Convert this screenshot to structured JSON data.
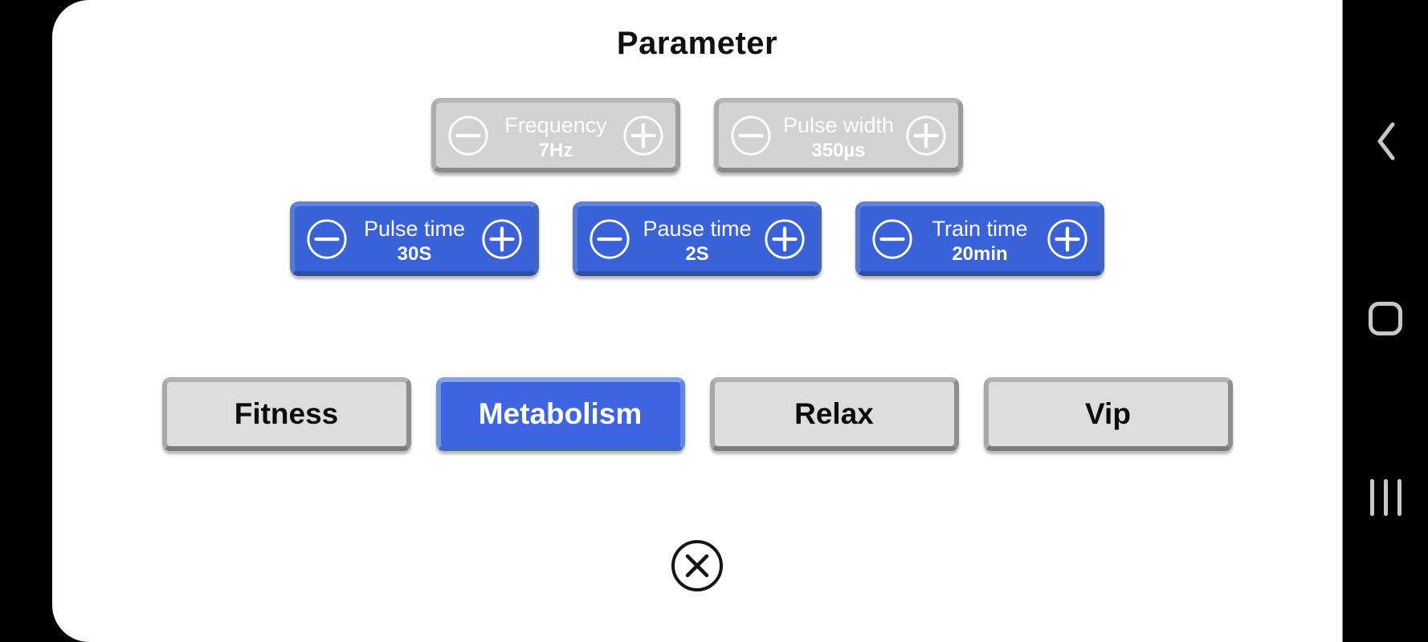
{
  "app": {
    "title": "Parameter"
  },
  "colors": {
    "background": "#000000",
    "surface": "#ffffff",
    "accent_blue": "#3a62d8",
    "selected_mode_blue": "#3e64e1",
    "disabled_gray": "#d2d2d2",
    "mode_gray": "#dddddd",
    "nav_icon_gray": "#c7c7c7"
  },
  "params": {
    "disabled": [
      {
        "label": "Frequency",
        "value": "7Hz"
      },
      {
        "label": "Pulse width",
        "value": "350µs"
      }
    ],
    "active": [
      {
        "label": "Pulse time",
        "value": "30S"
      },
      {
        "label": "Pause time",
        "value": "2S"
      },
      {
        "label": "Train time",
        "value": "20min"
      }
    ]
  },
  "modes": [
    {
      "label": "Fitness"
    },
    {
      "label": "Metabolism"
    },
    {
      "label": "Relax"
    },
    {
      "label": "Vip"
    }
  ],
  "icons": {
    "minus": "minus-circle",
    "plus": "plus-circle",
    "close": "x-circle",
    "nav_back": "chevron-left",
    "nav_home": "rounded-square-outline",
    "nav_recents": "three-vertical-bars"
  }
}
